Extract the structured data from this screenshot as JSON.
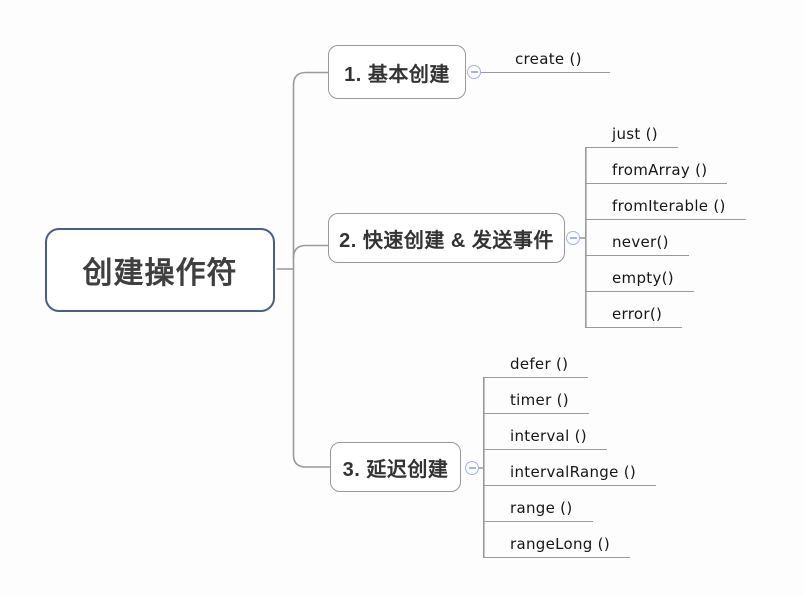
{
  "diagram": {
    "type": "mindmap",
    "root": {
      "label": "创建操作符"
    },
    "branches": [
      {
        "label": "1. 基本创建",
        "children": [
          "create ()"
        ]
      },
      {
        "label": "2. 快速创建 & 发送事件",
        "children": [
          "just ()",
          "fromArray ()",
          "fromIterable ()",
          "never()",
          "empty()",
          "error()"
        ]
      },
      {
        "label": "3. 延迟创建",
        "children": [
          "defer ()",
          "timer ()",
          "interval ()",
          "intervalRange ()",
          "range ()",
          "rangeLong ()"
        ]
      }
    ]
  },
  "icons": {
    "collapse_button": "minus-in-circle"
  },
  "colors": {
    "background": "#fdfdfd",
    "root_border": "#4a5e82",
    "branch_border": "#989898",
    "connector_line": "#9a9a9a",
    "collapse_accent": "#a9b4dc",
    "text_primary": "#3f3f3f",
    "text_leaf": "#161616"
  }
}
